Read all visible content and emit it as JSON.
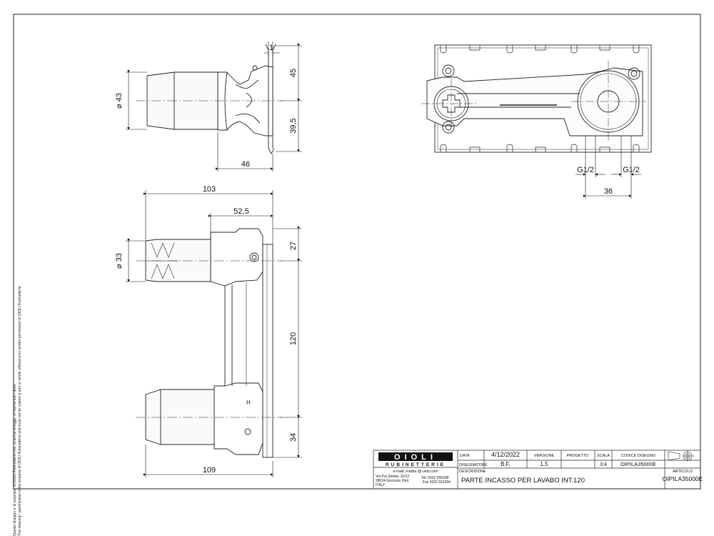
{
  "side_note": {
    "line1": "Questo disegno e' di proprieta' di OIOLI Rubinetterie che, a norma di legge, si riserva tutti i diritti.",
    "line2": "This drawing / specification is the property of OIOLI Rubinetterie and must not be copied in part or whole without prior written permission of OIOLI Rubinetterie."
  },
  "dimensions": {
    "top_view": {
      "diameter": "⌀ 43",
      "plate": "1",
      "upper": "45",
      "lower": "39,5",
      "depth": "46"
    },
    "front_view": {
      "g_left": "G1/2",
      "g_right": "G1/2",
      "spacing": "36"
    },
    "bottom_view": {
      "overall": "103",
      "mid": "52,5",
      "diameter": "⌀ 33",
      "top": "27",
      "centers": "120",
      "bottom": "34",
      "length": "109"
    }
  },
  "title_block": {
    "logo_text": "OIOLI",
    "logo_sub": "RUBINETTERIE",
    "email": "e-mail: mattia @ oioli.com",
    "address1": "Via Pui Stretta, 10/12",
    "address2": "28024 Gozzano (No)",
    "country": "ITALY",
    "tel": "Tel. 0322 956338",
    "fax": "Fax 0322 912094",
    "data_label": "DATA",
    "data_value": "4/12/2022",
    "versione_label": "VERSIONE",
    "progetto_label": "PROGETTO",
    "scala_label": "SCALA",
    "codice_label": "CODICE DISEGNO",
    "disegnatore_label": "DISEGNATORE",
    "disegnatore_value": "B.F.",
    "versione_value": "1.5",
    "scala_value": "3:4",
    "codice_value": "OIPILA35000E",
    "descrizione_label": "DESCRIZIONE",
    "articolo_label": "ARTICOLO",
    "descrizione_value": "PARTE INCASSO PER LAVABO INT.120",
    "articolo_value": "OIPILA35000E"
  }
}
